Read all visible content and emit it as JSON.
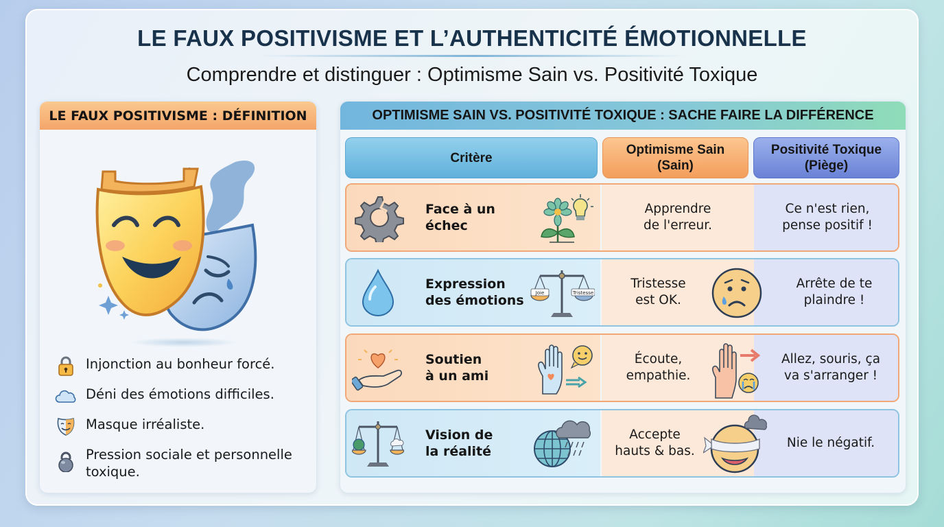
{
  "header": {
    "title": "LE FAUX POSITIVISME ET L’AUTHENTICITÉ ÉMOTIONNELLE",
    "subtitle": "Comprendre et distinguer : Optimisme Sain vs. Positivité Toxique"
  },
  "left_panel": {
    "heading": "LE FAUX POSITIVISME : DÉFINITION",
    "illustration": "comedy-tragedy-masks-icon",
    "bullets": [
      {
        "icon": "padlock-icon",
        "text": "Injonction au bonheur forcé."
      },
      {
        "icon": "cloud-icon",
        "text": "Déni des émotions difficiles."
      },
      {
        "icon": "half-mask-icon",
        "text": "Masque irréaliste."
      },
      {
        "icon": "kettlebell-icon",
        "text": "Pression sociale et personnelle toxique."
      }
    ]
  },
  "right_panel": {
    "heading": "OPTIMISME SAIN VS. POSITIVITÉ TOXIQUE : SACHE FAIRE LA DIFFÉRENCE",
    "columns": {
      "criterion": "Critère",
      "healthy": "Optimisme Sain\n(Sain)",
      "toxic": "Positivité Toxique\n(Piège)"
    },
    "rows": [
      {
        "criterion": "Face à un\néchec",
        "icon_left": "broken-gear-icon",
        "icon_right": "flower-lightbulb-icon",
        "healthy": "Apprendre\nde l'erreur.",
        "toxic": "Ce n'est rien,\npense positif !",
        "theme": "orange"
      },
      {
        "criterion": "Expression\ndes émotions",
        "icon_left": "water-drop-icon",
        "icon_right": "balance-scale-icon",
        "scale_labels": [
          "Joie",
          "Tristesse"
        ],
        "healthy": "Tristesse\nest OK.",
        "middle_icon": "crying-face-icon",
        "toxic": "Arrête de te\nplaindre !",
        "theme": "blue"
      },
      {
        "criterion": "Soutien\nà un ami",
        "icon_left": "heart-in-hand-icon",
        "icon_right": "hand-heart-speech-icon",
        "healthy": "Écoute,\nempathie.",
        "middle_icon": "stop-hand-crying-face-icon",
        "toxic": "Allez, souris, ça\nva s'arranger !",
        "theme": "orange"
      },
      {
        "criterion": "Vision de\nla réalité",
        "icon_left": "balance-globe-cloud-icon",
        "icon_right": "globe-rain-cloud-icon",
        "healthy": "Accepte\nhauts & bas.",
        "middle_icon": "blindfolded-smile-icon",
        "toxic": "Nie le négatif.",
        "theme": "blue"
      }
    ]
  },
  "colors": {
    "title": "#17324a",
    "orange_accent": "#f49e5c",
    "blue_accent": "#5fb0dc",
    "indigo_accent": "#6a82d6",
    "green_accent": "#8fdcb8"
  }
}
